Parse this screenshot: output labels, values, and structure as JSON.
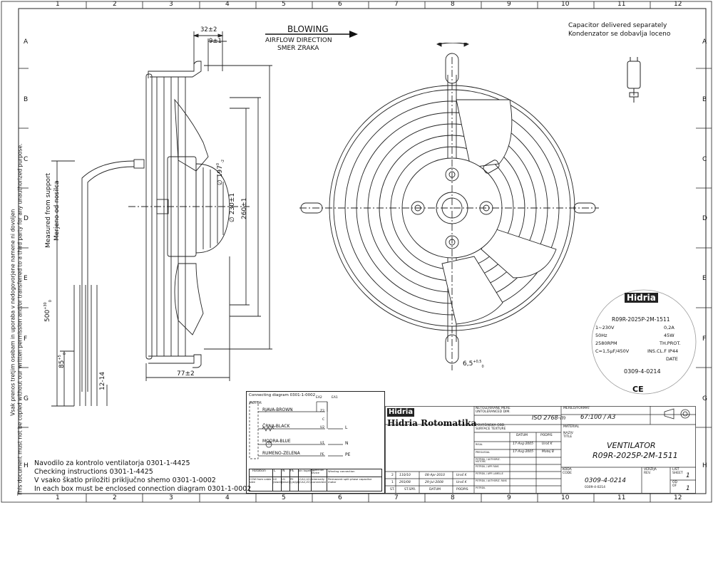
{
  "border": {
    "columns": [
      "1",
      "2",
      "3",
      "4",
      "5",
      "6",
      "7",
      "8",
      "9",
      "10",
      "11",
      "12"
    ],
    "rows": [
      "A",
      "B",
      "C",
      "D",
      "E",
      "F",
      "G",
      "H"
    ]
  },
  "side_legal": {
    "line1": "Vsak prenos tretjim osebam in uporaba v nedogovorjene namene ni dovoljen",
    "line2": "This document must not be copied without our written permission and/or transferred to a third party for any unauthorized purpose."
  },
  "airflow": {
    "title": "BLOWING",
    "line2": "AIRFLOW DIRECTION",
    "line3": "SMER ZRAKA"
  },
  "capacitor_note": {
    "line1": "Capacitor delivered separately",
    "line2": "Kondenzator se dobavlja loceno"
  },
  "dimensions": {
    "d32": "32±2",
    "d9": "9±1",
    "d197": "∅ 197",
    "d197_tol": "0",
    "d197_tol2": "-2",
    "d230": "∅ 230±1",
    "d260": "260±1",
    "d77": "77±2",
    "d500": "500",
    "d500_tol": "+30",
    "d500_tol2": "0",
    "d85": "85",
    "d85_tol": "+5",
    "d85_tol2": "0",
    "d12": "12-14",
    "d65": "6,5",
    "d65_tol": "+0,5",
    "d65_tol2": "0"
  },
  "measured": {
    "line1": "Measured from support",
    "line2": "Merjeno od nosilca"
  },
  "label_plate": {
    "brand": "Hidria",
    "model": "R09R-2025P-2M-1511",
    "left": [
      "1~230V",
      "50Hz",
      "2580RPM",
      "C=1,5µF/450V"
    ],
    "right": [
      "0,2A",
      "45W",
      "TH.PROT.",
      "INS.CL.F IP44",
      "DATE"
    ],
    "code": "0309-4-0214",
    "ce": "CE"
  },
  "connecting": {
    "title": "Connecting diagram 0301-1-0002",
    "motor": "MOTOR",
    "wires": [
      "RJAVA-BROWN",
      "ČRNA-BLACK",
      "MODRA-BLUE",
      "RUMENO-ZELENA"
    ],
    "terminals": [
      "Z2",
      "U2",
      "U1",
      "PE"
    ],
    "outputs": [
      "L",
      "N",
      "PE"
    ],
    "ea": [
      "EA2",
      "EA1"
    ],
    "cap": "C",
    "tp": "TP",
    "table_header": [
      "Rotation",
      "L",
      "N",
      "PE",
      "Join together",
      "Protection device",
      "Winding connection"
    ],
    "table_row": [
      "CCW from cable side",
      "U2 (black)",
      "U1 (blue)",
      "PE (ye/gr)",
      "(CA1,U2) (CA2,Z2)",
      "Internally connected",
      "Permanent split phase capacitor motor"
    ]
  },
  "instructions": [
    "Navodilo za kontrolo ventilatorja 0301-1-4425",
    "Checking instructions 0301-1-4425",
    "V vsako škatlo priložiti priključno shemo 0301-1-0002",
    "In each box must be enclosed connection diagram 0301-1-0002"
  ],
  "title_block": {
    "logo": "Hidria",
    "company": "Hidria Rotomatika",
    "tol_label": "NETOLERIRANE MERE\nUNTOLERANCED DIM.",
    "tol_value": "ISO 2768-m",
    "scale_label": "MERILO/FORMAT",
    "scale_value": "67:100 / A3",
    "surface_label": "POVRŠINSKA OBD.\nSURFACE TEXTURE",
    "material_label": "MATERIAL",
    "col_datum": "DATUM",
    "col_podpis": "PODPIS",
    "naziv_label": "NAZIV\nTITLE",
    "title1": "VENTILATOR",
    "title2": "R09R-2025P-2M-1511",
    "sign_rows": [
      {
        "label": "RISAL",
        "date": "17-Avg-2005",
        "sign": "Uroš K"
      },
      {
        "label": "PREGLEDAL",
        "date": "17-Avg-2005",
        "sign": "Matej B"
      },
      {
        "label": "POTRDIL / AUTHORIZ. MOTORS",
        "date": "",
        "sign": ""
      },
      {
        "label": "POTRDIL / APP. FANS",
        "date": "",
        "sign": ""
      },
      {
        "label": "POTRDIL / APP. LAMELLE",
        "date": "",
        "sign": ""
      },
      {
        "label": "POTRDIL / AUTHORIZ. FANS",
        "date": "",
        "sign": ""
      },
      {
        "label": "POTRDIL",
        "date": "",
        "sign": ""
      }
    ],
    "rev_rows": [
      {
        "st": "2",
        "sprem": "110/10",
        "datum": "08-Apr-2010",
        "podpis": "Uroš K"
      },
      {
        "st": "1",
        "sprem": "293/08",
        "datum": "29-Jul-2008",
        "podpis": "Uroš K"
      }
    ],
    "rev_header": [
      "ST.",
      "ST.SPR.",
      "DATUM",
      "PODPIS"
    ],
    "koda_label": "KODA\nCODE",
    "koda_value": "0309-4-0214",
    "koda_small": "0309-4-0214",
    "verzija_label": "VERZIJA\nREV.",
    "list_label": "LIST\nSHEET",
    "list_value": "1",
    "od_label": "OD\nOF",
    "od_value": "1"
  }
}
